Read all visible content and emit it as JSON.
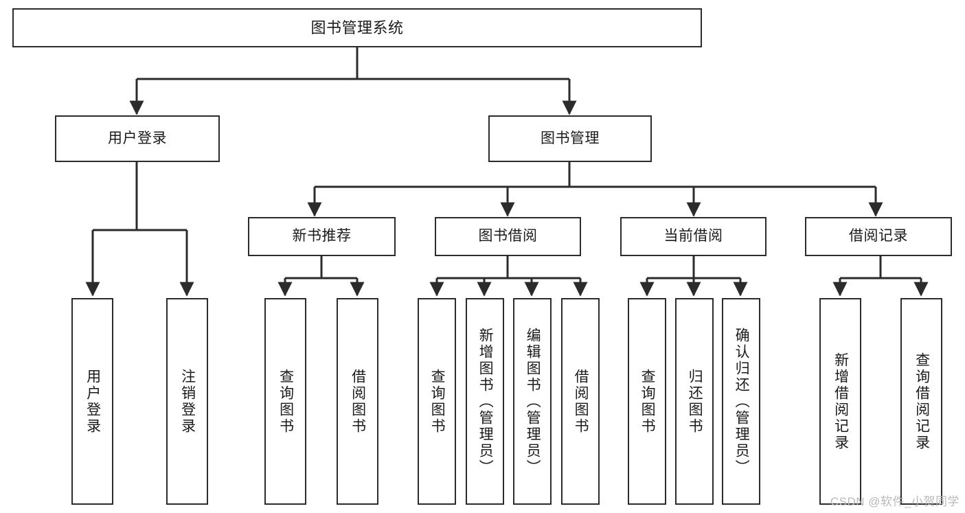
{
  "diagram": {
    "type": "hierarchy-tree",
    "title": "图书管理系统",
    "orientation": "top-down",
    "colors": {
      "background": "#ffffff",
      "node_fill": "#ffffff",
      "node_border": "#2b2b2b",
      "edge": "#2b2b2b",
      "text": "#1a1a1a",
      "watermark": "#b9b9b9"
    },
    "levels": {
      "root": "图书管理系统",
      "level2": [
        "用户登录",
        "图书管理"
      ],
      "level3": [
        "新书推荐",
        "图书借阅",
        "当前借阅",
        "借阅记录"
      ]
    },
    "nodes": {
      "root": {
        "label": "图书管理系统"
      },
      "user_login": {
        "label": "用户登录"
      },
      "book_manage": {
        "label": "图书管理"
      },
      "new_book_rec": {
        "label": "新书推荐"
      },
      "book_borrow": {
        "label": "图书借阅"
      },
      "current_borrow": {
        "label": "当前借阅"
      },
      "borrow_record": {
        "label": "借阅记录"
      },
      "leaf_user_login": {
        "label": "用户登录"
      },
      "leaf_user_logout": {
        "label": "注销登录"
      },
      "leaf_rec_query": {
        "label": "查询图书"
      },
      "leaf_rec_borrow": {
        "label": "借阅图书"
      },
      "leaf_borrow_query": {
        "label": "查询图书"
      },
      "leaf_borrow_add": {
        "label": "新增图书（管理员）"
      },
      "leaf_borrow_edit": {
        "label": "编辑图书（管理员）"
      },
      "leaf_borrow_lend": {
        "label": "借阅图书"
      },
      "leaf_current_query": {
        "label": "查询图书"
      },
      "leaf_current_return": {
        "label": "归还图书"
      },
      "leaf_current_confirm": {
        "label": "确认归还（管理员）"
      },
      "leaf_record_add": {
        "label": "新增借阅记录"
      },
      "leaf_record_query": {
        "label": "查询借阅记录"
      }
    },
    "edges": [
      {
        "from": "root",
        "to": "user_login"
      },
      {
        "from": "root",
        "to": "book_manage"
      },
      {
        "from": "user_login",
        "to": "leaf_user_login"
      },
      {
        "from": "user_login",
        "to": "leaf_user_logout"
      },
      {
        "from": "book_manage",
        "to": "new_book_rec"
      },
      {
        "from": "book_manage",
        "to": "book_borrow"
      },
      {
        "from": "book_manage",
        "to": "current_borrow"
      },
      {
        "from": "book_manage",
        "to": "borrow_record"
      },
      {
        "from": "new_book_rec",
        "to": "leaf_rec_query"
      },
      {
        "from": "new_book_rec",
        "to": "leaf_rec_borrow"
      },
      {
        "from": "book_borrow",
        "to": "leaf_borrow_query"
      },
      {
        "from": "book_borrow",
        "to": "leaf_borrow_add"
      },
      {
        "from": "book_borrow",
        "to": "leaf_borrow_edit"
      },
      {
        "from": "book_borrow",
        "to": "leaf_borrow_lend"
      },
      {
        "from": "current_borrow",
        "to": "leaf_current_query"
      },
      {
        "from": "current_borrow",
        "to": "leaf_current_return"
      },
      {
        "from": "current_borrow",
        "to": "leaf_current_confirm"
      },
      {
        "from": "borrow_record",
        "to": "leaf_record_add"
      },
      {
        "from": "borrow_record",
        "to": "leaf_record_query"
      }
    ]
  },
  "watermark": {
    "text": "CSDN @软件_小贺同学"
  }
}
